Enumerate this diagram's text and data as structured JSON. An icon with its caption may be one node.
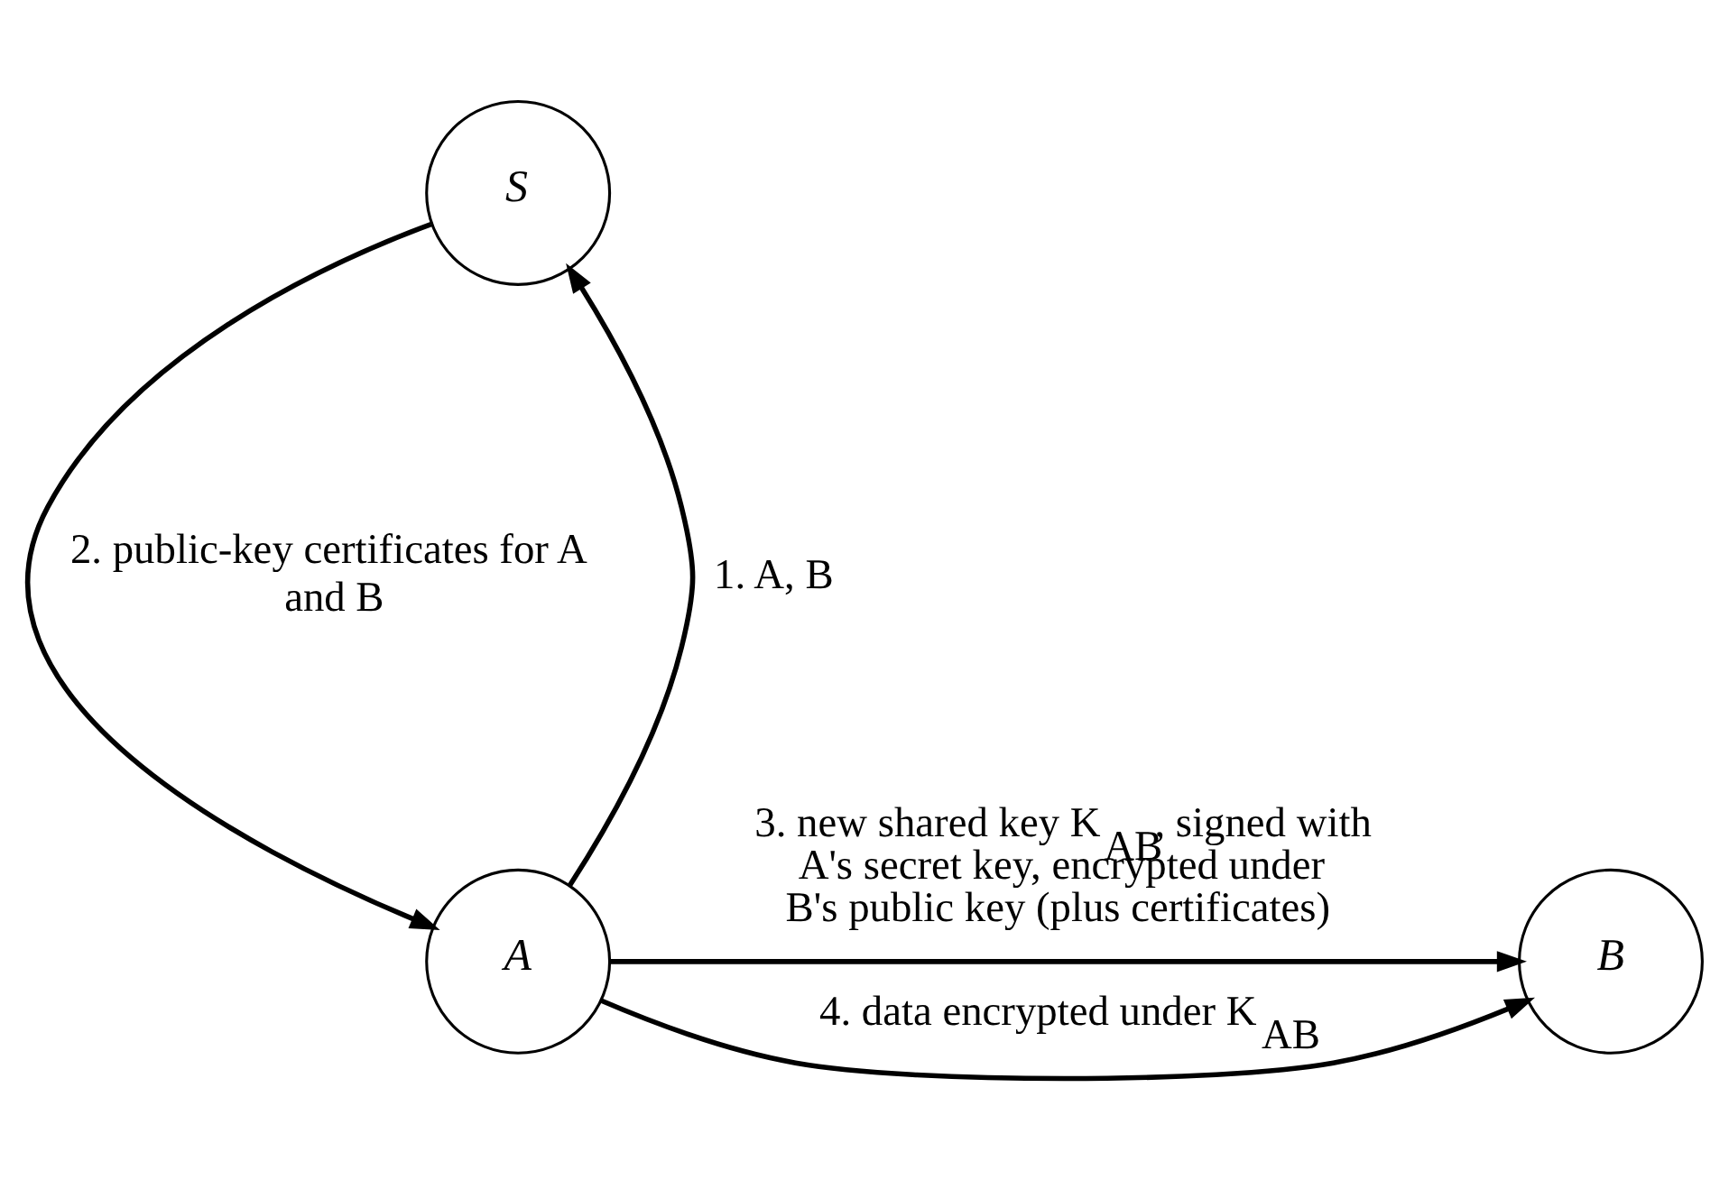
{
  "diagram": {
    "nodes": [
      {
        "text": [
          "S"
        ]
      },
      {
        "text": [
          "A"
        ]
      },
      {
        "text": [
          "B"
        ]
      }
    ],
    "edges": [
      {
        "from": 1,
        "to": 0,
        "arrow": "to",
        "label": "1. A, B"
      },
      {
        "from": 0,
        "to": 1,
        "arrow": "to",
        "label": "2. public-key certificates for A and B"
      },
      {
        "from": 1,
        "to": 2,
        "arrow": "to",
        "label": "3. new shared key K$_{AB}$, signed with A's secret key, encrypted under B's public key (plus certificates)"
      },
      {
        "from": 1,
        "to": 2,
        "arrow": "to",
        "label": "4. data encrypted under K$_{AB}$"
      }
    ]
  }
}
